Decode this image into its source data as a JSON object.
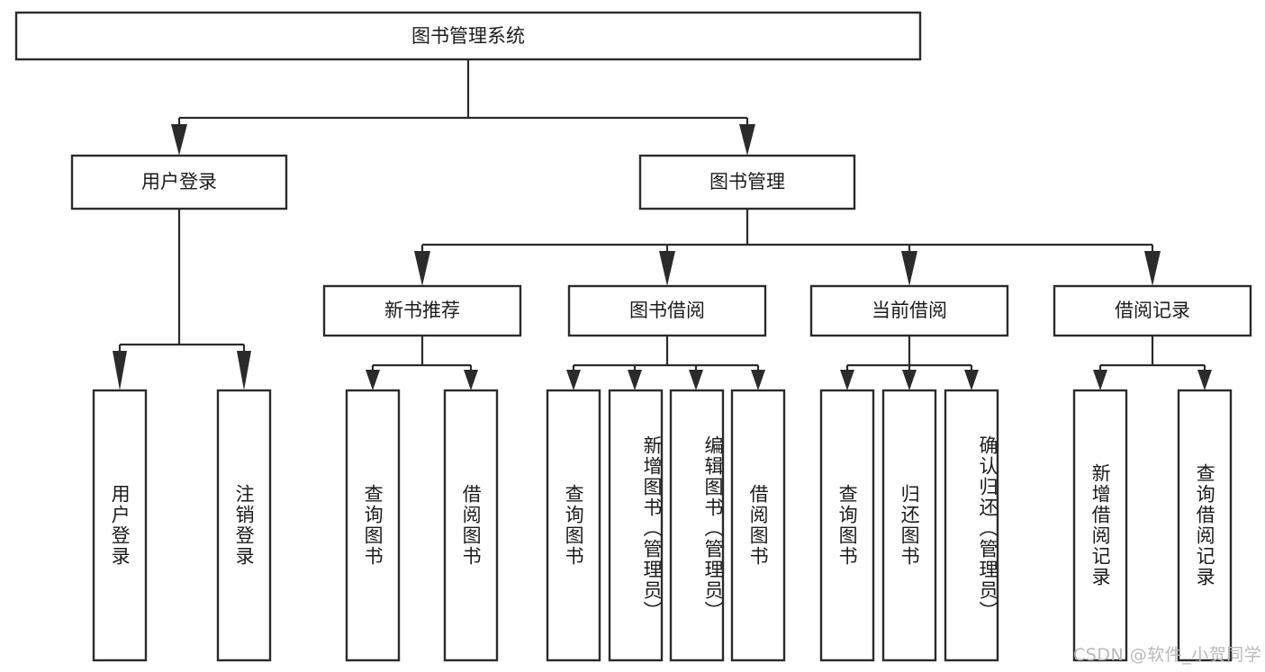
{
  "diagram": {
    "type": "tree-hierarchy",
    "title": "图书管理系统",
    "background_color": "#ffffff",
    "box_stroke_color": "#2b2b2b",
    "text_color": "#1b1b1b",
    "root": {
      "label": "图书管理系统",
      "orientation": "horizontal"
    },
    "level2": [
      {
        "label": "用户登录",
        "orientation": "horizontal"
      },
      {
        "label": "图书管理",
        "orientation": "horizontal"
      }
    ],
    "level3": [
      {
        "label": "新书推荐",
        "orientation": "horizontal"
      },
      {
        "label": "图书借阅",
        "orientation": "horizontal"
      },
      {
        "label": "当前借阅",
        "orientation": "horizontal"
      },
      {
        "label": "借阅记录",
        "orientation": "horizontal"
      }
    ],
    "leaves": {
      "user_login": [
        {
          "label": "用户登录",
          "orientation": "vertical"
        },
        {
          "label": "注销登录",
          "orientation": "vertical"
        }
      ],
      "new_book_recommend": [
        {
          "label": "查询图书",
          "orientation": "vertical"
        },
        {
          "label": "借阅图书",
          "orientation": "vertical"
        }
      ],
      "book_borrow": [
        {
          "label": "查询图书",
          "orientation": "vertical"
        },
        {
          "label": "新增图书（管理员）",
          "orientation": "vertical"
        },
        {
          "label": "编辑图书（管理员）",
          "orientation": "vertical"
        },
        {
          "label": "借阅图书",
          "orientation": "vertical"
        }
      ],
      "current_borrow": [
        {
          "label": "查询图书",
          "orientation": "vertical"
        },
        {
          "label": "归还图书",
          "orientation": "vertical"
        },
        {
          "label": "确认归还（管理员）",
          "orientation": "vertical"
        }
      ],
      "borrow_record": [
        {
          "label": "新增借阅记录",
          "orientation": "vertical"
        },
        {
          "label": "查询借阅记录",
          "orientation": "vertical"
        }
      ]
    }
  },
  "watermark": {
    "text": "CSDN @软件_小贺同学",
    "color": "#b9b9b9"
  }
}
